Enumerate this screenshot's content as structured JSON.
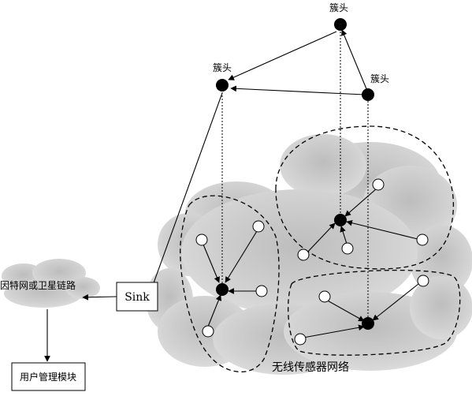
{
  "diagram": {
    "cluster_head_label": "簇头",
    "sink_label": "Sink",
    "internet_label": "因特网或卫星链路",
    "user_module_label": "用户管理模块",
    "wsn_label": "无线传感器网络"
  },
  "colors": {
    "line": "#000000",
    "cloud_fill": "#cfcfcf",
    "cloud_shade": "#b9b9b9",
    "node_fill": "#ffffff",
    "head_fill": "#000000"
  }
}
